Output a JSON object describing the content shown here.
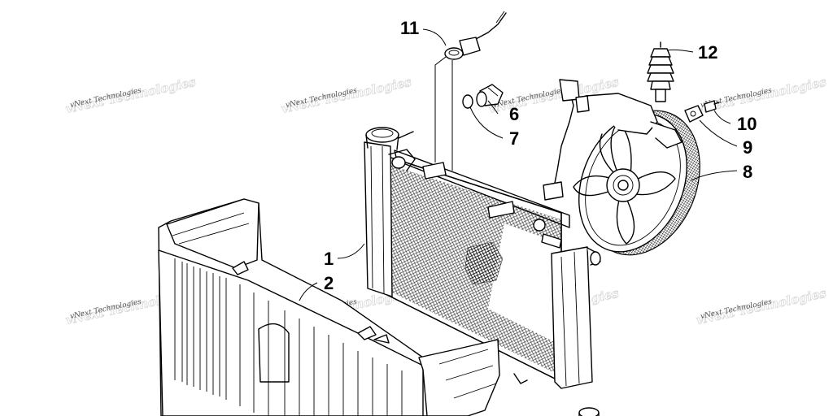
{
  "diagram": {
    "callouts": {
      "c1": "1",
      "c2": "2",
      "c6": "6",
      "c7": "7",
      "c8": "8",
      "c9": "9",
      "c10": "10",
      "c11": "11",
      "c12": "12"
    },
    "watermark": {
      "text": "vNext Technologies"
    }
  }
}
